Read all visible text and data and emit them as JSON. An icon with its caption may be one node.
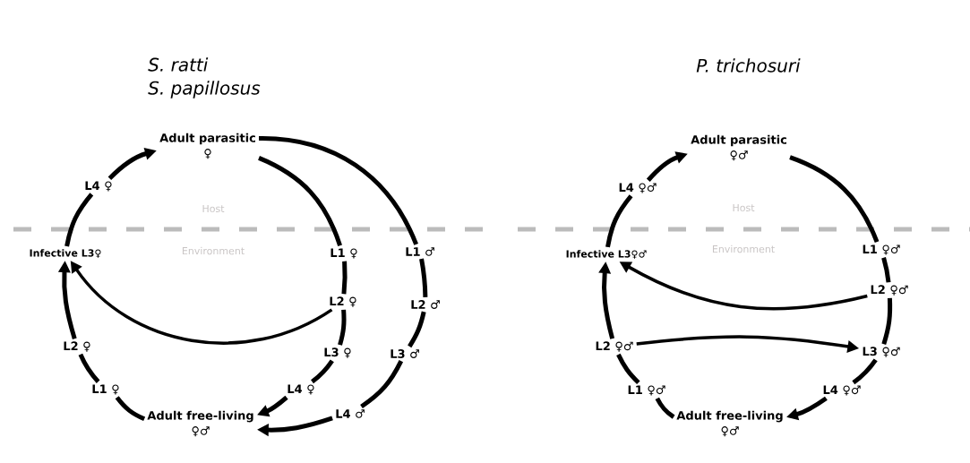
{
  "diagram": {
    "nodes": [
      {
        "text": [
          "Adult parasitic",
          "♀"
        ]
      },
      {
        "text": [
          "L4 ♀"
        ]
      },
      {
        "text": [
          "Infective L3♀"
        ]
      },
      {
        "text": [
          "L1 ♀"
        ]
      },
      {
        "text": [
          "L2 ♀"
        ]
      },
      {
        "text": [
          "L3 ♀"
        ]
      },
      {
        "text": [
          "L4 ♀"
        ]
      },
      {
        "text": [
          "L1 ♂"
        ]
      },
      {
        "text": [
          "L2 ♂"
        ]
      },
      {
        "text": [
          "L3 ♂"
        ]
      },
      {
        "text": [
          "L4 ♂"
        ]
      },
      {
        "text": [
          "Adult free-living",
          "♀♂"
        ]
      },
      {
        "text": [
          "L1 ♀"
        ]
      },
      {
        "text": [
          "L2 ♀"
        ]
      },
      {
        "text": [
          "Adult parasitic",
          "♀♂"
        ]
      },
      {
        "text": [
          "L4 ♀♂"
        ]
      },
      {
        "text": [
          "Infective L3♀♂"
        ]
      },
      {
        "text": [
          "L1 ♀♂"
        ]
      },
      {
        "text": [
          "L2 ♀♂"
        ]
      },
      {
        "text": [
          "L3 ♀♂"
        ]
      },
      {
        "text": [
          "L4 ♀♂"
        ]
      },
      {
        "text": [
          "Adult free-living",
          "♀♂"
        ]
      },
      {
        "text": [
          "L1 ♀♂"
        ]
      },
      {
        "text": [
          "L2 ♀♂"
        ]
      }
    ],
    "edges": [
      {
        "from": 2,
        "to": 1,
        "arrow": "none"
      },
      {
        "from": 1,
        "to": 0,
        "arrow": "to"
      },
      {
        "from": 0,
        "to": 3,
        "arrow": "none"
      },
      {
        "from": 0,
        "to": 7,
        "arrow": "none"
      },
      {
        "from": 3,
        "to": 4,
        "arrow": "none"
      },
      {
        "from": 4,
        "to": 5,
        "arrow": "none"
      },
      {
        "from": 5,
        "to": 6,
        "arrow": "none"
      },
      {
        "from": 6,
        "to": 11,
        "arrow": "to"
      },
      {
        "from": 4,
        "to": 2,
        "arrow": "to"
      },
      {
        "from": 7,
        "to": 8,
        "arrow": "none"
      },
      {
        "from": 8,
        "to": 9,
        "arrow": "none"
      },
      {
        "from": 9,
        "to": 10,
        "arrow": "none"
      },
      {
        "from": 10,
        "to": 11,
        "arrow": "to"
      },
      {
        "from": 11,
        "to": 12,
        "arrow": "none"
      },
      {
        "from": 12,
        "to": 13,
        "arrow": "none"
      },
      {
        "from": 13,
        "to": 2,
        "arrow": "to"
      },
      {
        "from": 16,
        "to": 15,
        "arrow": "none"
      },
      {
        "from": 15,
        "to": 14,
        "arrow": "to"
      },
      {
        "from": 14,
        "to": 17,
        "arrow": "none"
      },
      {
        "from": 17,
        "to": 18,
        "arrow": "none"
      },
      {
        "from": 18,
        "to": 19,
        "arrow": "none"
      },
      {
        "from": 19,
        "to": 20,
        "arrow": "none"
      },
      {
        "from": 20,
        "to": 21,
        "arrow": "to"
      },
      {
        "from": 21,
        "to": 22,
        "arrow": "none"
      },
      {
        "from": 22,
        "to": 23,
        "arrow": "none"
      },
      {
        "from": 23,
        "to": 16,
        "arrow": "to"
      },
      {
        "from": 18,
        "to": 16,
        "arrow": "to"
      },
      {
        "from": 23,
        "to": 19,
        "arrow": "to"
      }
    ],
    "labels": [
      "S. ratti",
      "S. papillosus",
      "P. trichosuri",
      "Host",
      "Environment",
      "Host",
      "Environment"
    ]
  }
}
